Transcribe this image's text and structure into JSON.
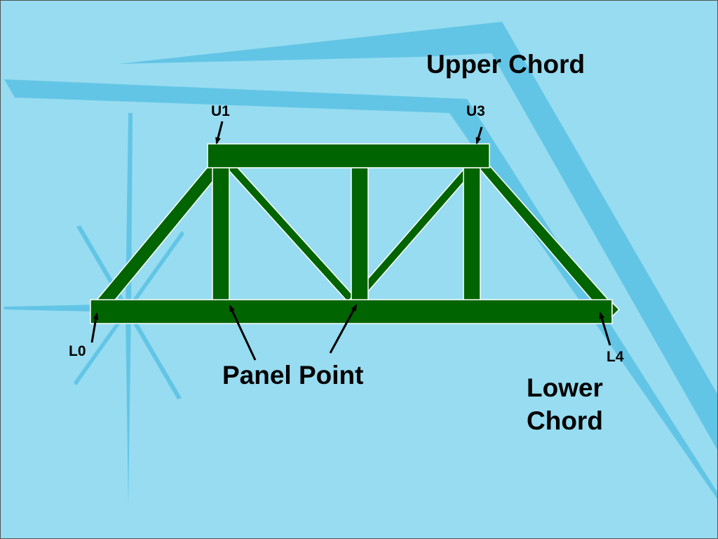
{
  "labels": {
    "upper_chord": "Upper Chord",
    "u1": "U1",
    "u3": "U3",
    "l0": "L0",
    "l4": "L4",
    "panel_point": "Panel Point",
    "lower_chord_line1": "Lower",
    "lower_chord_line2": "Chord"
  },
  "colors": {
    "background": "#97dcf0",
    "decor_shape": "#63c5e6",
    "truss_member": "#006400",
    "member_outline": "#ffffff",
    "arrow": "#000000"
  }
}
